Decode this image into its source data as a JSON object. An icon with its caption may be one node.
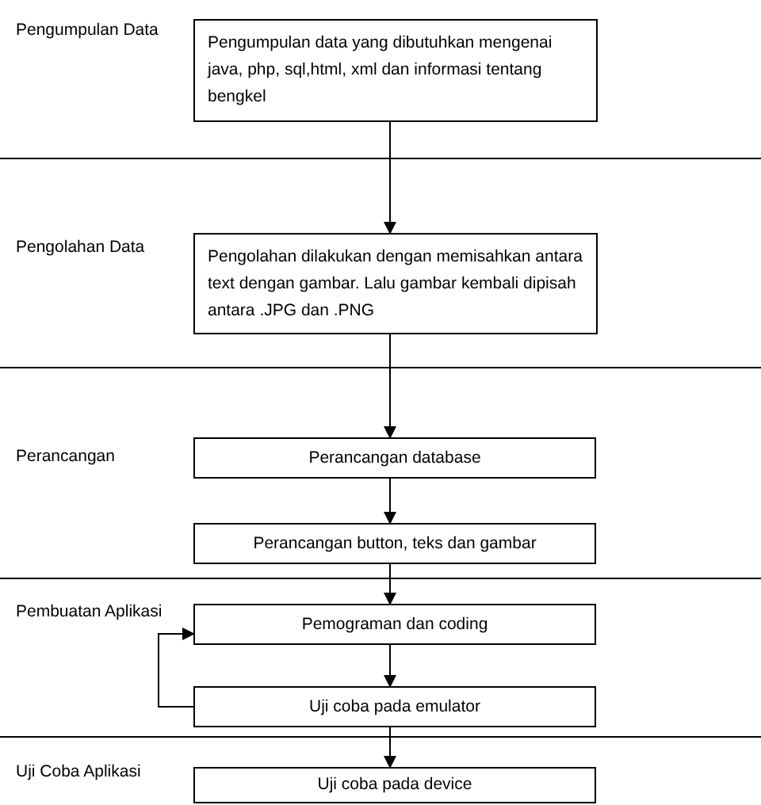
{
  "diagram": {
    "nodes": [
      {
        "text": [
          "Pengumpulan data yang dibutuhkan mengenai java, php, sql,html, xml dan informasi tentang bengkel"
        ]
      },
      {
        "text": [
          "Pengolahan dilakukan dengan memisahkan antara text dengan gambar. Lalu gambar kembali dipisah antara .JPG dan .PNG"
        ]
      },
      {
        "text": [
          "Perancangan database"
        ]
      },
      {
        "text": [
          "Perancangan button, teks dan gambar"
        ]
      },
      {
        "text": [
          "Pemograman dan coding"
        ]
      },
      {
        "text": [
          "Uji coba pada emulator"
        ]
      },
      {
        "text": [
          "Uji coba pada device"
        ]
      }
    ],
    "edges": [
      {
        "from": 0,
        "to": 1,
        "arrow": "to"
      },
      {
        "from": 1,
        "to": 2,
        "arrow": "to"
      },
      {
        "from": 2,
        "to": 3,
        "arrow": "to"
      },
      {
        "from": 3,
        "to": 4,
        "arrow": "to"
      },
      {
        "from": 4,
        "to": 5,
        "arrow": "to"
      },
      {
        "from": 5,
        "to": 4,
        "arrow": "to"
      },
      {
        "from": 5,
        "to": 6,
        "arrow": "to"
      }
    ],
    "labels": [
      "Pengumpulan Data",
      "Pengolahan Data",
      "Perancangan",
      "Pembuatan Aplikasi",
      "Uji Coba Aplikasi"
    ]
  }
}
